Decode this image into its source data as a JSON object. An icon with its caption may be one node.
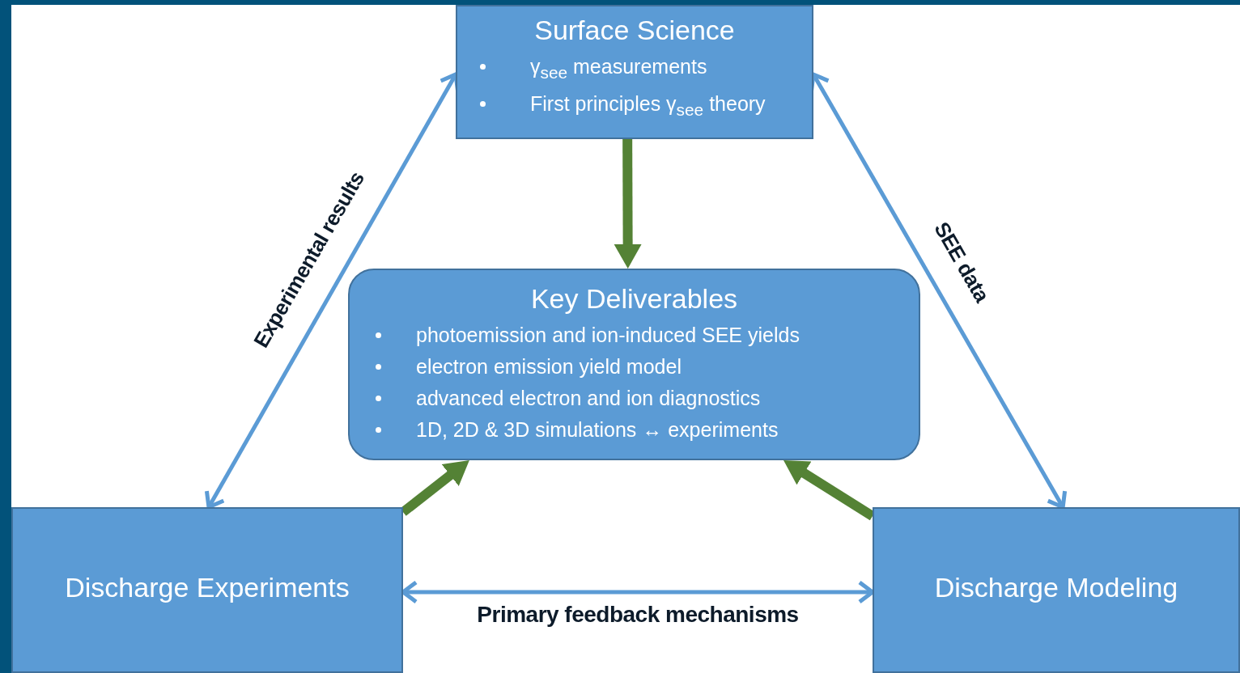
{
  "diagram": {
    "nodes": [
      {
        "text": [
          "Surface Science",
          "γ$_{see}$ measurements",
          "First principles γ$_{see}$ theory"
        ]
      },
      {
        "text": [
          "Key Deliverables",
          "photoemission and ion-induced SEE yields",
          "electron emission yield model",
          "advanced electron and ion diagnostics",
          "1D, 2D & 3D simulations ↔ experiments"
        ]
      },
      {
        "text": [
          "Discharge Experiments"
        ]
      },
      {
        "text": [
          "Discharge Modeling"
        ]
      }
    ],
    "edges": [
      {
        "from": 0,
        "to": 1,
        "arrow": "to",
        "style": "thick",
        "color": "#548235"
      },
      {
        "from": 2,
        "to": 1,
        "arrow": "to",
        "style": "thick",
        "color": "#548235"
      },
      {
        "from": 3,
        "to": 1,
        "arrow": "to",
        "style": "thick",
        "color": "#548235"
      },
      {
        "from": 0,
        "to": 2,
        "arrow": "both",
        "label": "Experimental results",
        "color": "#5b9bd5"
      },
      {
        "from": 0,
        "to": 3,
        "arrow": "both",
        "label": "SEE data",
        "color": "#5b9bd5"
      },
      {
        "from": 2,
        "to": 3,
        "arrow": "both",
        "label": "Primary feedback mechanisms",
        "color": "#5b9bd5"
      }
    ]
  }
}
